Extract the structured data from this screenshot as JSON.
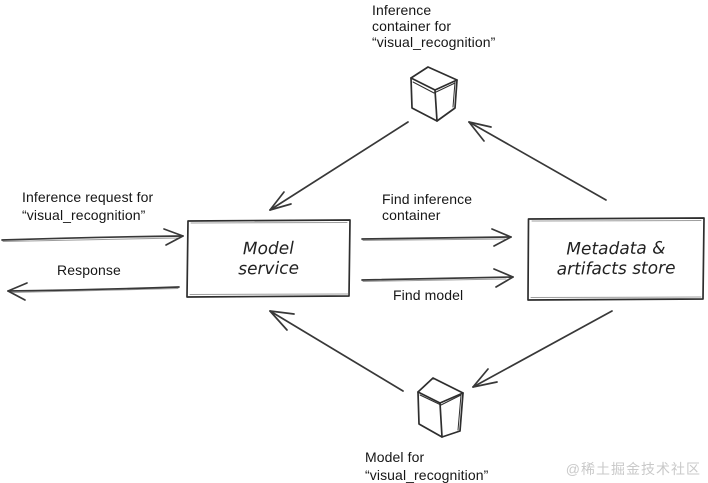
{
  "colors": {
    "ink": "#2e2e2e",
    "arrow": "#383838",
    "watermark_gray": "#c9c9c9",
    "background": "#ffffff"
  },
  "nodes": {
    "model_service": {
      "line1": "Model",
      "line2": "service"
    },
    "metadata_store": {
      "line1": "Metadata &",
      "line2": "artifacts store"
    }
  },
  "labels": {
    "inference_container": {
      "line1": "Inference",
      "line2": "container for",
      "line3": "“visual_recognition”"
    },
    "inference_request": {
      "line1": "Inference request for",
      "line2": "“visual_recognition”"
    },
    "response": "Response",
    "find_inference_container": {
      "line1": "Find inference",
      "line2": "container"
    },
    "find_model": "Find model",
    "model_for": {
      "line1": "Model for",
      "line2": "“visual_recognition”"
    }
  },
  "icons": {
    "top_cube": "cube-3d-icon",
    "bottom_cube": "cube-3d-icon"
  },
  "watermark": "@稀土掘金技术社区"
}
